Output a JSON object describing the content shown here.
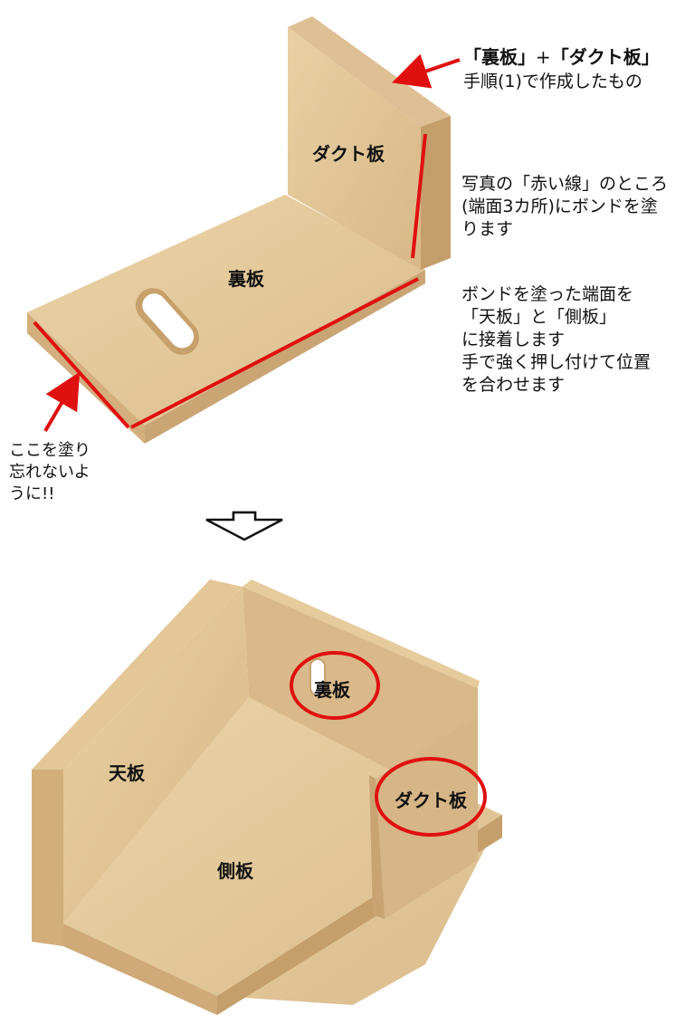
{
  "top_callout": {
    "part1": "「裏板」",
    "plus": "+",
    "part2": "「ダクト板」",
    "line2": "手順(1)で作成したもの"
  },
  "labels": {
    "duct_top": "ダクト板",
    "back_top": "裏板",
    "back_bottom": "裏板",
    "top_bottom": "天板",
    "duct_bottom": "ダクト板",
    "side_bottom": "側板"
  },
  "instructions_1": [
    "写真の「赤い線」のところ",
    "(端面3カ所)にボンドを塗",
    "ります"
  ],
  "instructions_2": [
    "ボンドを塗った端面を",
    "「天板」と「側板」",
    "に接着します",
    "手で強く押し付けて位置",
    "を合わせます"
  ],
  "warning": [
    "ここを塗り",
    "忘れないよ",
    "うに!!"
  ],
  "colors": {
    "wood_light": "#e8cfa0",
    "wood_mid": "#d9b98a",
    "wood_dark": "#c9a574",
    "wood_edge": "#b88f5f",
    "accent_red": "#e01010"
  },
  "icons": {
    "down_arrow": "hollow-down-arrow-icon"
  }
}
